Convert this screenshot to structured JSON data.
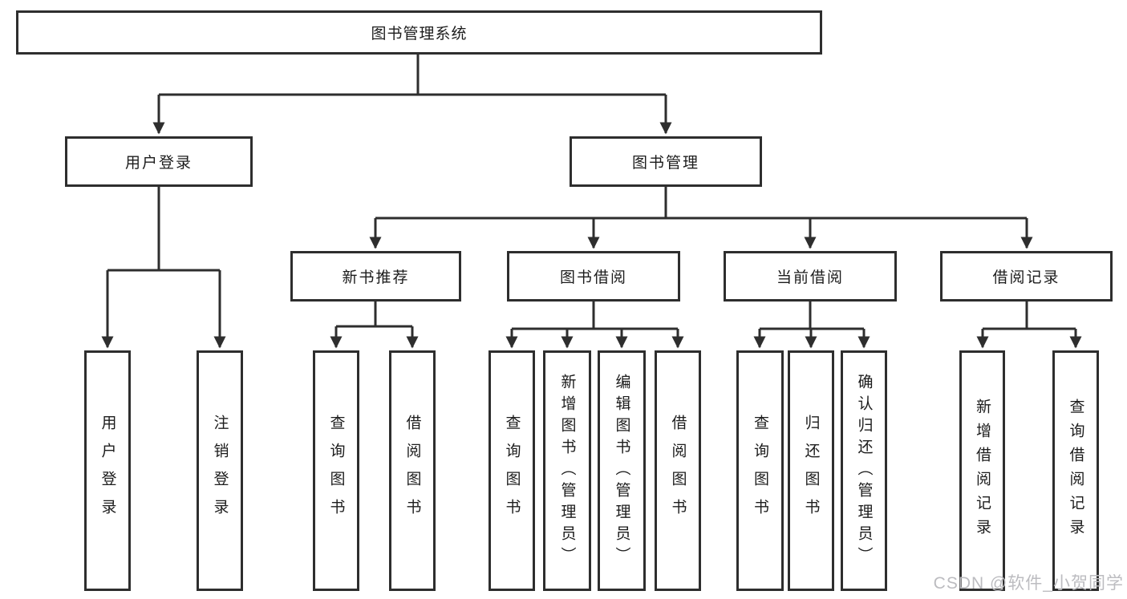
{
  "diagram": {
    "nodes": {
      "root": "图书管理系统",
      "user_login": "用户登录",
      "book_management": "图书管理",
      "new_book_recommend": "新书推荐",
      "book_borrowing": "图书借阅",
      "current_borrowing": "当前借阅",
      "borrowing_records": "借阅记录",
      "leaf_user_login": "用户登录",
      "leaf_logout": "注销登录",
      "leaf_rec_query_books": "查询图书",
      "leaf_rec_borrow_books": "借阅图书",
      "leaf_bor_query_books": "查询图书",
      "leaf_bor_add_books_admin": "新增图书（管理员）",
      "leaf_bor_edit_books_admin": "编辑图书（管理员）",
      "leaf_bor_borrow_books": "借阅图书",
      "leaf_cur_query_books": "查询图书",
      "leaf_cur_return_books": "归还图书",
      "leaf_cur_confirm_return_admin": "确认归还（管理员）",
      "leaf_log_add_borrow_record": "新增借阅记录",
      "leaf_log_query_borrow_record": "查询借阅记录"
    },
    "watermark": "CSDN @软件_小贺同学",
    "colors": {
      "line": "#2e2e2e",
      "background": "#ffffff",
      "watermark": "#bcbcc0"
    }
  }
}
